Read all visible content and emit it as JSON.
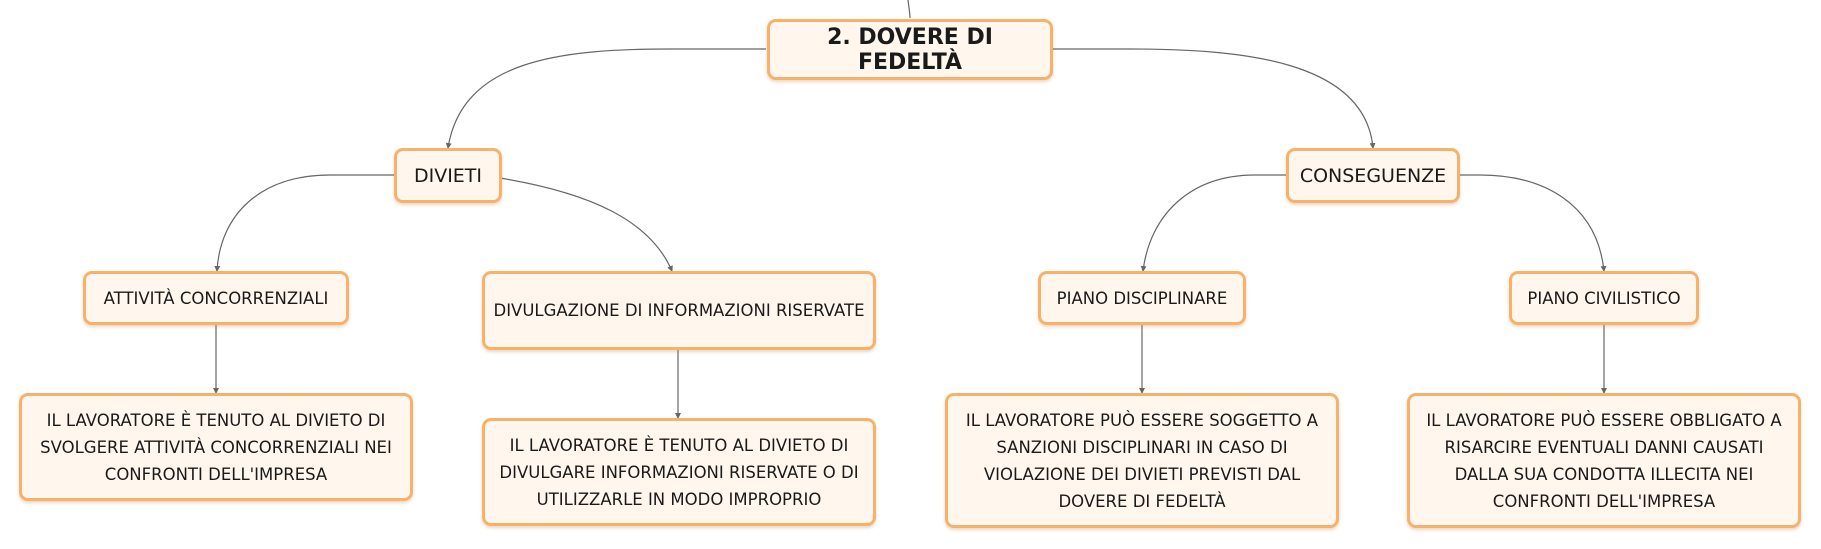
{
  "root": {
    "label": "2. DOVERE DI FEDELTÀ"
  },
  "branches": [
    {
      "label": "DIVIETI",
      "children": [
        {
          "label": "ATTIVITÀ CONCORRENZIALI",
          "detail": "IL LAVORATORE È TENUTO AL DIVIETO DI SVOLGERE ATTIVITÀ CONCORRENZIALI NEI CONFRONTI DELL'IMPRESA"
        },
        {
          "label": "DIVULGAZIONE DI INFORMAZIONI RISERVATE",
          "detail": "IL LAVORATORE È TENUTO AL DIVIETO DI DIVULGARE INFORMAZIONI RISERVATE O DI UTILIZZARLE IN MODO IMPROPRIO"
        }
      ]
    },
    {
      "label": "CONSEGUENZE",
      "children": [
        {
          "label": "PIANO DISCIPLINARE",
          "detail": "IL LAVORATORE PUÒ ESSERE SOGGETTO A SANZIONI DISCIPLINARI IN CASO DI VIOLAZIONE DEI DIVIETI PREVISTI DAL DOVERE DI FEDELTÀ"
        },
        {
          "label": "PIANO CIVILISTICO",
          "detail": "IL LAVORATORE PUÒ ESSERE OBBLIGATO A RISARCIRE EVENTUALI DANNI CAUSATI DALLA SUA CONDOTTA ILLECITA NEI CONFRONTI DELL'IMPRESA"
        }
      ]
    }
  ],
  "colors": {
    "node_fill": "#fff6ee",
    "node_border": "#f6b26b",
    "connector": "#666666"
  }
}
